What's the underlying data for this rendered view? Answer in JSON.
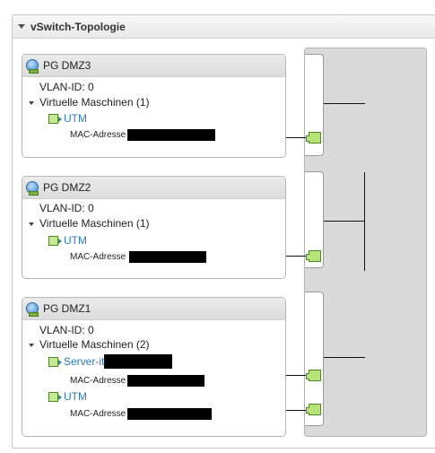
{
  "panel": {
    "title": "vSwitch-Topologie"
  },
  "port_groups": [
    {
      "name": "PG DMZ3",
      "vlan": "VLAN-ID: 0",
      "vm_header": "Virtuelle Maschinen (1)",
      "vms": [
        {
          "name": "UTM",
          "mac_label": "MAC-Adresse"
        }
      ]
    },
    {
      "name": "PG DMZ2",
      "vlan": "VLAN-ID: 0",
      "vm_header": "Virtuelle Maschinen (1)",
      "vms": [
        {
          "name": "UTM",
          "mac_label": "MAC-Adresse"
        }
      ]
    },
    {
      "name": "PG DMZ1",
      "vlan": "VLAN-ID: 0",
      "vm_header": "Virtuelle Maschinen (2)",
      "vms": [
        {
          "name": "Server-it",
          "mac_label": "MAC-Adresse"
        },
        {
          "name": "UTM",
          "mac_label": "MAC-Adresse"
        }
      ]
    }
  ],
  "colors": {
    "link": "#2a7ac5",
    "nic_fill": "#b6e37a",
    "switch_fill": "#dadada"
  }
}
